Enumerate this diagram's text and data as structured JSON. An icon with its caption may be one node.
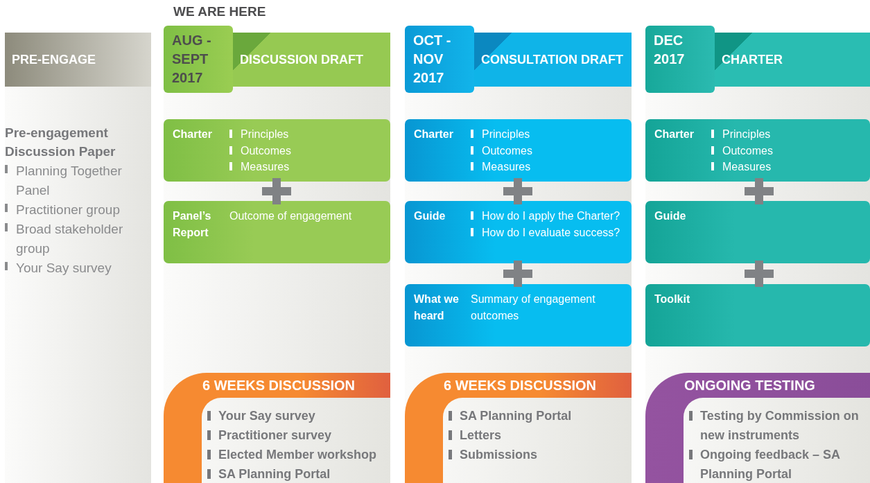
{
  "diagram": {
    "nodes": [
      {
        "text": [
          "PRE-ENGAGE"
        ]
      },
      {
        "text": [
          "AUG - SEPT 2017"
        ]
      },
      {
        "text": [
          "DISCUSSION DRAFT"
        ]
      },
      {
        "text": [
          "OCT - NOV 2017"
        ]
      },
      {
        "text": [
          "CONSULTATION DRAFT"
        ]
      },
      {
        "text": [
          "DEC 2017"
        ]
      },
      {
        "text": [
          "CHARTER"
        ]
      },
      {
        "text": [
          "Charter",
          "Principles",
          "Outcomes",
          "Measures"
        ]
      },
      {
        "text": [
          "Charter",
          "Principles",
          "Outcomes",
          "Measures"
        ]
      },
      {
        "text": [
          "Charter",
          "Principles",
          "Outcomes",
          "Measures"
        ]
      },
      {
        "text": [
          "Panel’s Report",
          "Outcome of engagement"
        ]
      },
      {
        "text": [
          "Guide",
          "How do I apply the Charter?",
          "How do I evaluate success?"
        ]
      },
      {
        "text": [
          "Guide"
        ]
      },
      {
        "text": [
          "What we heard",
          "Summary of engagement outcomes"
        ]
      },
      {
        "text": [
          "Toolkit"
        ]
      },
      {
        "text": [
          "6 WEEKS DISCUSSION",
          "Your Say survey",
          "Practitioner survey",
          "Elected Member workshop",
          "SA Planning Portal"
        ]
      },
      {
        "text": [
          "6 WEEKS DISCUSSION",
          "SA Planning Portal",
          "Letters",
          "Submissions"
        ]
      },
      {
        "text": [
          "ONGOING TESTING",
          "Testing by Commission on new instruments",
          "Ongoing feedback – SA Planning Portal"
        ]
      }
    ],
    "labels": [
      "WE ARE HERE",
      "Pre-engagement Discussion Paper",
      "Planning Together Panel",
      "Practitioner group",
      "Broad stakeholder group",
      "Your Say survey"
    ]
  }
}
